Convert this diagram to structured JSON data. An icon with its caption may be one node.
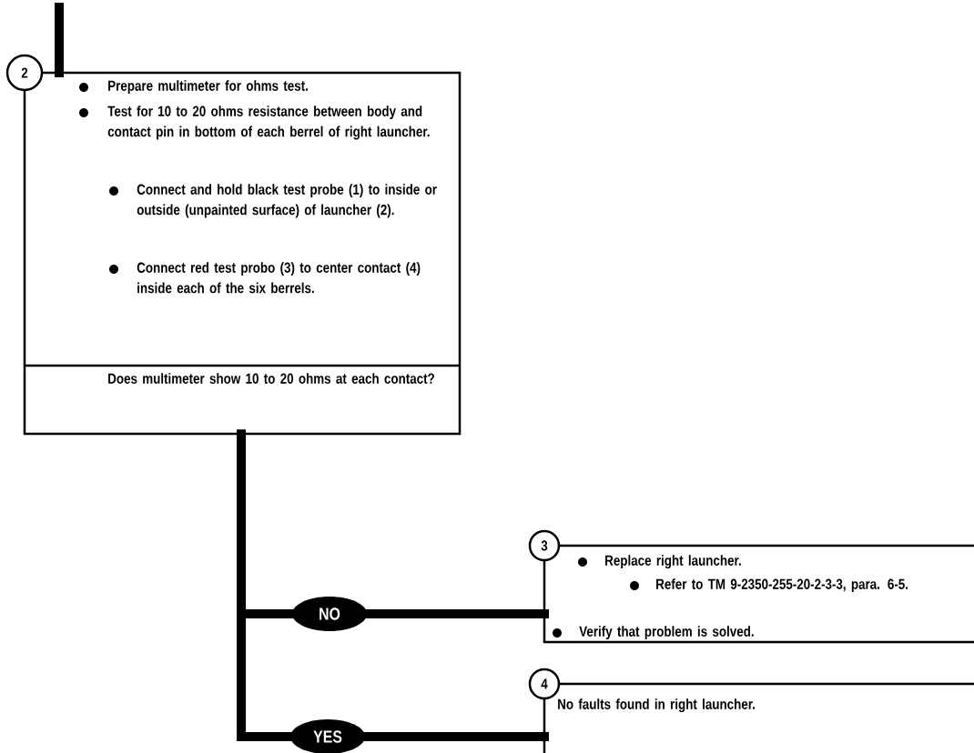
{
  "diagram": {
    "nodes": [
      {
        "text": [
          "2",
          "Prepare multimeter for ohms test.",
          "Test for 10 to 20 ohms resistance between body and contact pin in bottom of each berrel of right launcher.",
          "Connect and hold black test probe (1) to inside or outside (unpainted surface) of launcher (2).",
          "Connect red test probo (3) to center contact (4) inside each of the six berrels.",
          "Does multimeter show 10 to 20 ohms at each contact?"
        ]
      },
      {
        "text": [
          "3",
          "Replace right launcher.",
          "Refer to TM 9-2350-255-20-2-3-3, para. 6-5.",
          "Verify that problem is solved."
        ]
      },
      {
        "text": [
          "4",
          "No faults found in right launcher."
        ]
      }
    ],
    "edges": [
      {
        "from": null,
        "to": 0,
        "arrow": "none"
      },
      {
        "from": 0,
        "to": 1,
        "arrow": "none",
        "label": "NO"
      },
      {
        "from": 0,
        "to": 2,
        "arrow": "none",
        "label": "YES"
      }
    ]
  }
}
